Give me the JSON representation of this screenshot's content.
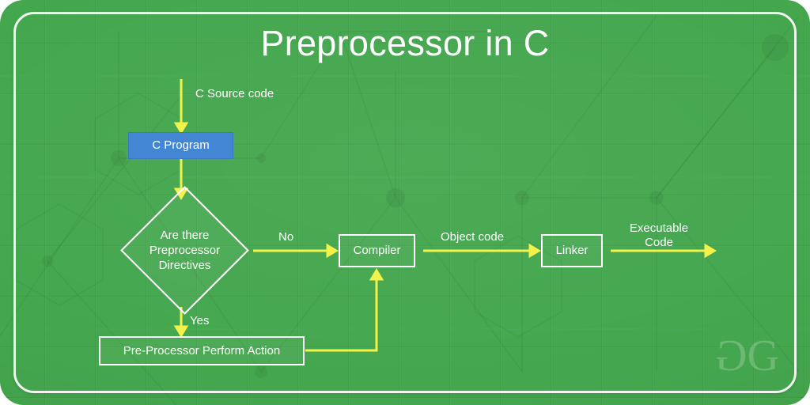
{
  "page": {
    "title": "Preprocessor in C",
    "watermark_left": "G",
    "watermark_right": "G"
  },
  "colors": {
    "background_green": "#44a74e",
    "frame_white": "#ffffff",
    "arrow_yellow": "#f2f24a",
    "node_blue": "#4286d4",
    "text_white": "#ffffff"
  },
  "diagram": {
    "type": "flowchart",
    "nodes": [
      {
        "id": "c-program",
        "label": "C Program",
        "shape": "rect",
        "style": "blue"
      },
      {
        "id": "decision",
        "label": "Are there\nPreprocessor\nDirectives",
        "shape": "diamond",
        "style": "outline"
      },
      {
        "id": "compiler",
        "label": "Compiler",
        "shape": "rect",
        "style": "outline"
      },
      {
        "id": "linker",
        "label": "Linker",
        "shape": "rect",
        "style": "outline"
      },
      {
        "id": "preprocessor",
        "label": "Pre-Processor Perform Action",
        "shape": "rect",
        "style": "outline"
      }
    ],
    "edges": [
      {
        "id": "in-source",
        "from": "",
        "to": "c-program",
        "label": "C Source code"
      },
      {
        "id": "prog-decision",
        "from": "c-program",
        "to": "decision",
        "label": ""
      },
      {
        "id": "decision-no",
        "from": "decision",
        "to": "compiler",
        "label": "No"
      },
      {
        "id": "decision-yes",
        "from": "decision",
        "to": "preprocessor",
        "label": "Yes"
      },
      {
        "id": "prep-compiler",
        "from": "preprocessor",
        "to": "compiler",
        "label": ""
      },
      {
        "id": "obj-code",
        "from": "compiler",
        "to": "linker",
        "label": "Object code"
      },
      {
        "id": "exec-code",
        "from": "linker",
        "to": "",
        "label": "Executable\nCode"
      }
    ]
  },
  "labels": {
    "c_source_code": "C Source code",
    "c_program": "C Program",
    "decision_line1": "Are there",
    "decision_line2": "Preprocessor",
    "decision_line3": "Directives",
    "no": "No",
    "yes": "Yes",
    "compiler": "Compiler",
    "object_code": "Object code",
    "linker": "Linker",
    "executable_code": "Executable\nCode",
    "preprocessor_action": "Pre-Processor Perform Action"
  }
}
